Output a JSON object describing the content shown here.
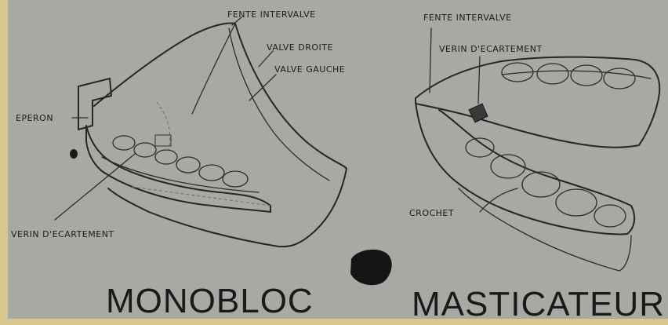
{
  "colors": {
    "paper": "#a9a8a4",
    "frame": "#d8c890",
    "ink": "#262626"
  },
  "monobloc": {
    "title": "MONOBLOC",
    "labels": {
      "fente_intervalve": "FENTE INTERVALVE",
      "valve_droite": "VALVE DROITE",
      "valve_gauche": "VALVE GAUCHE",
      "eperon": "EPERON",
      "verin_ecartement": "VERIN D'ECARTEMENT"
    }
  },
  "masticateur": {
    "title": "MASTICATEUR",
    "labels": {
      "fente_intervalve": "FENTE INTERVALVE",
      "verin_ecartement": "VERIN D'ECARTEMENT",
      "crochet": "CROCHET"
    }
  }
}
